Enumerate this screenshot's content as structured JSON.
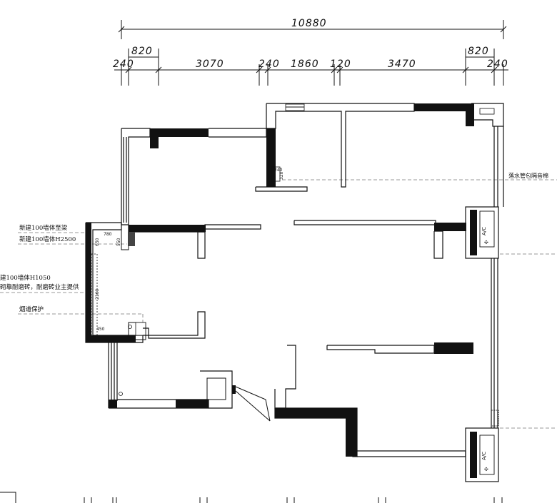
{
  "dimensions": {
    "total": "10880",
    "upper": [
      "820",
      "820"
    ],
    "lower": [
      "240",
      "3070",
      "240",
      "1860",
      "120",
      "3470",
      "240"
    ]
  },
  "notes": {
    "n1": "新建100墙体至梁",
    "n2": "新建100墙体H2500",
    "n3": "建100墙体H1050",
    "n4": "砌靠耐磨砖，耐磨砖业主提供",
    "n5": "烟道保护",
    "n6": "落水管包隔音棉"
  },
  "small_dims": {
    "d_780": "780",
    "d_650": "650",
    "d_550": "550",
    "d_2160": "2160",
    "d_450": "450",
    "d_240": "240",
    "d_320": "320"
  },
  "ac_label": "A/C"
}
